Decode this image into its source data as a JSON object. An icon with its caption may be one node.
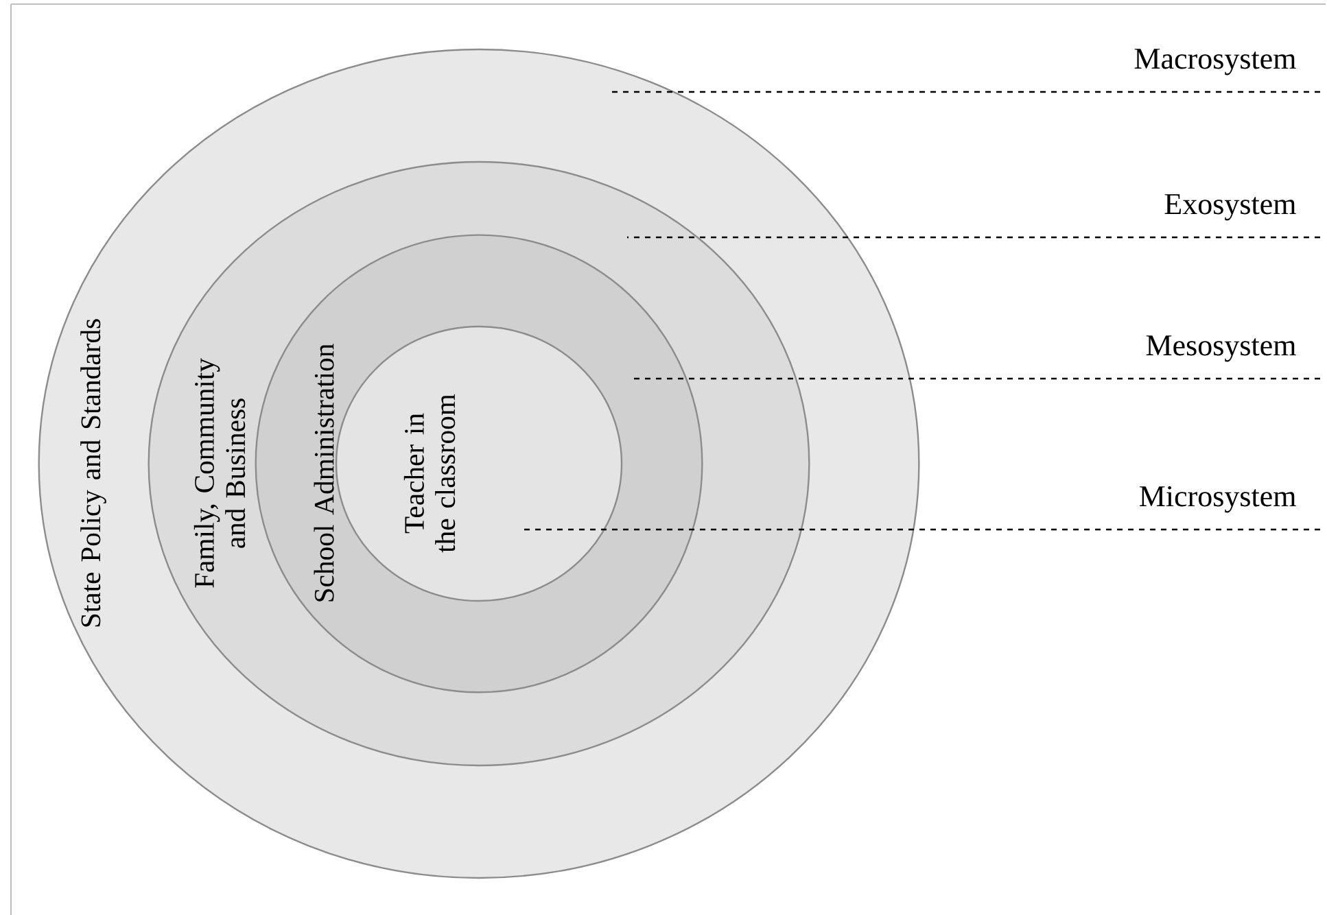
{
  "diagram": {
    "nodes": [
      {
        "text": [
          "State Policy and Standards"
        ]
      },
      {
        "text": [
          "Family, Community and Business"
        ],
        "in": 0
      },
      {
        "text": [
          "School Administration"
        ],
        "in": 1
      },
      {
        "text": [
          "Teacher in the classroom"
        ],
        "in": 2
      },
      {
        "text": [
          "Macrosystem"
        ]
      },
      {
        "text": [
          "Exosystem"
        ]
      },
      {
        "text": [
          "Mesosystem"
        ]
      },
      {
        "text": [
          "Microsystem"
        ]
      }
    ],
    "edges": [
      {
        "from": 4,
        "to": 0,
        "arrow": "none",
        "style": "dashed"
      },
      {
        "from": 5,
        "to": 1,
        "arrow": "none",
        "style": "dashed"
      },
      {
        "from": 6,
        "to": 2,
        "arrow": "none",
        "style": "dashed"
      },
      {
        "from": 7,
        "to": 3,
        "arrow": "none",
        "style": "dashed"
      }
    ]
  }
}
